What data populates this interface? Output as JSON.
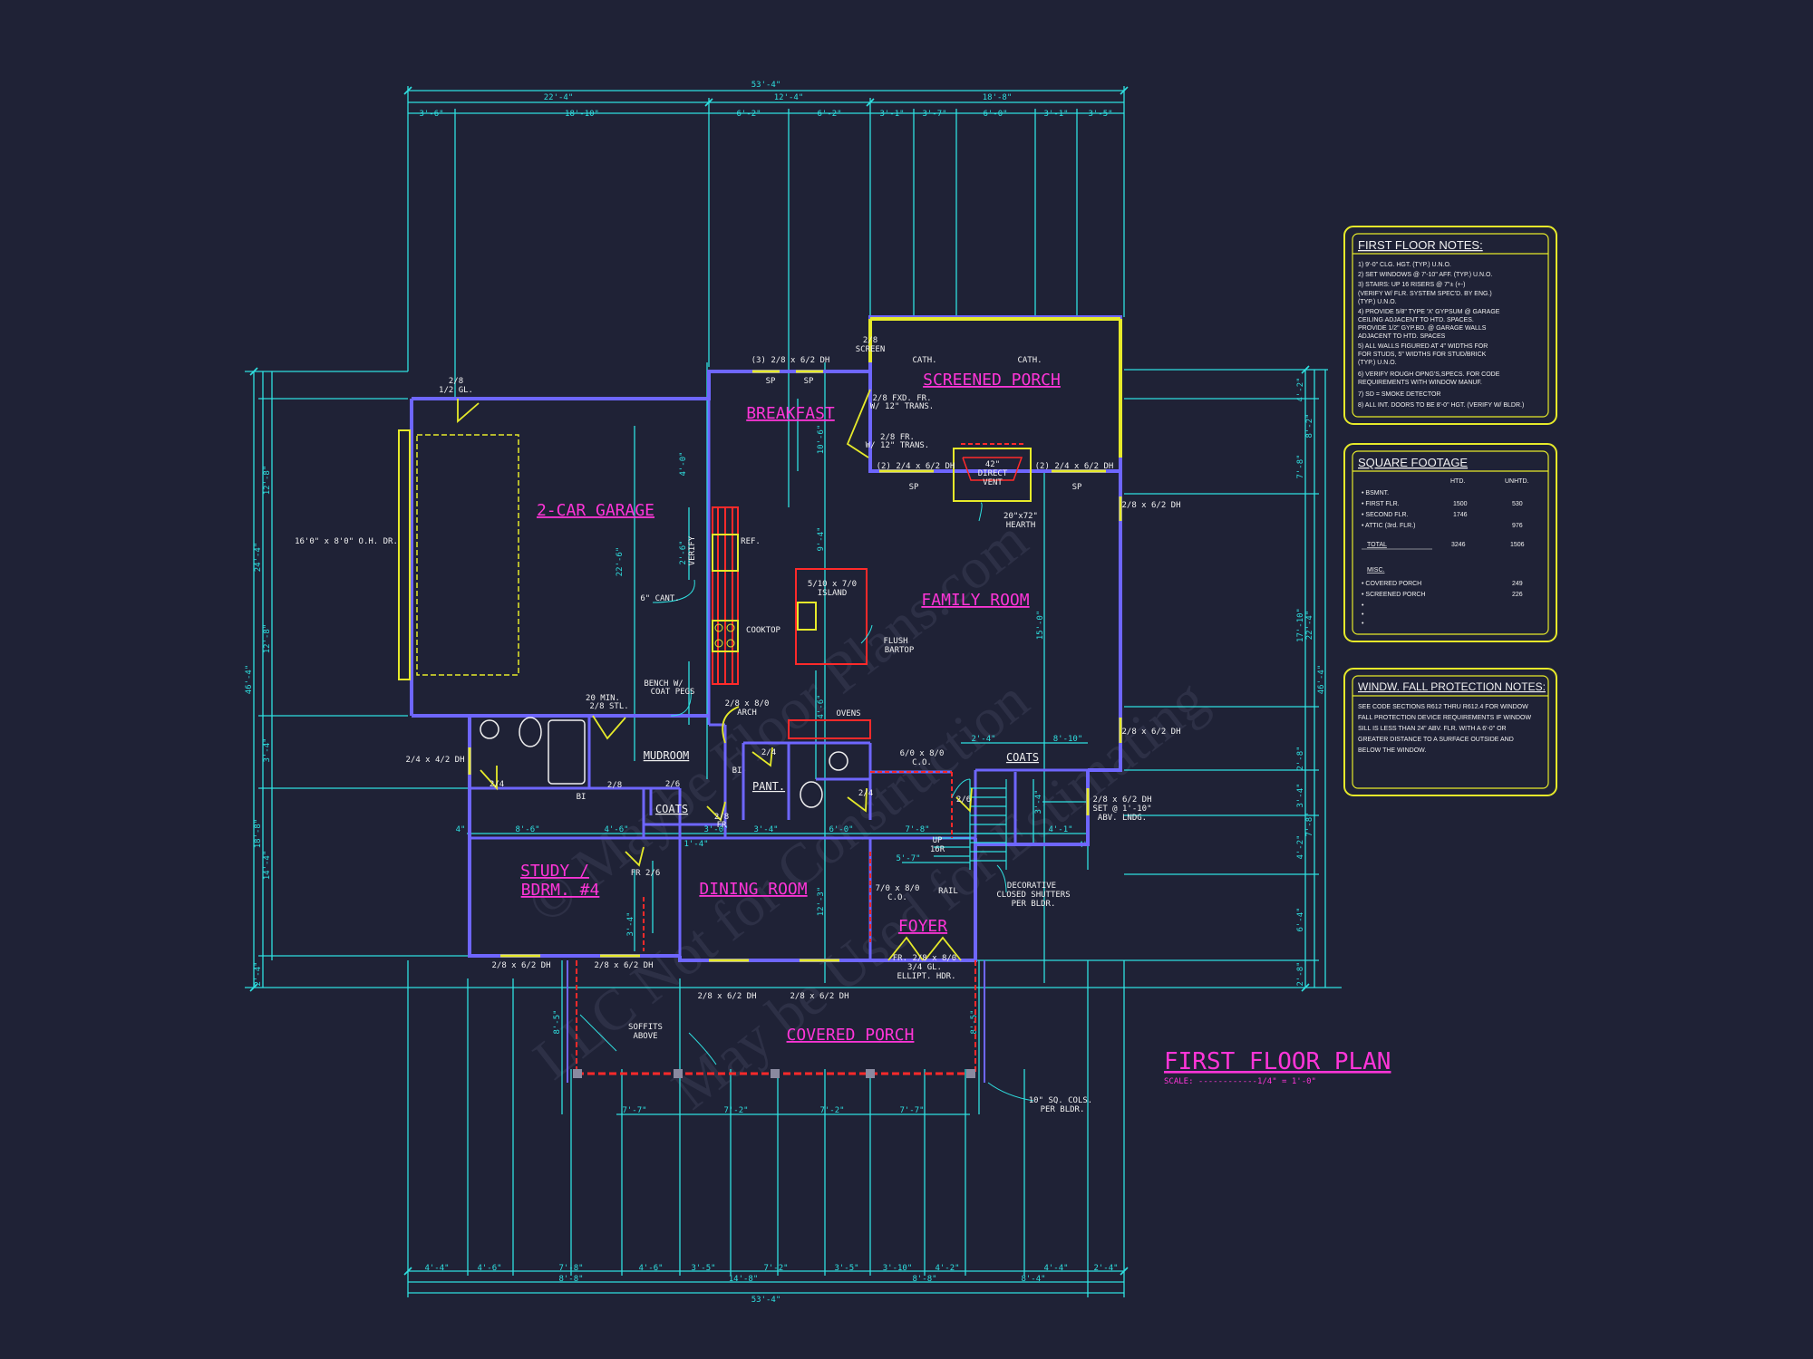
{
  "plan_title": "FIRST FLOOR PLAN",
  "plan_scale": "SCALE: ------------1/4\" = 1'-0\"",
  "watermark_lines": [
    "© Maybe Floor Plans.com",
    "LLC Not for Construction",
    "May be Used for Estimating"
  ],
  "colors": {
    "background": "#1f2236",
    "dimension": "#2fe0e0",
    "wall": "#6e66ff",
    "wall_fill": "#4b46c8",
    "label": "#ff35d8",
    "note_box": "#e6ea2a",
    "window": "#e6ea2a",
    "red": "#ff2a2a",
    "white": "#f0f0f0"
  },
  "dims": {
    "top_overall": "53'-4\"",
    "top_row2": [
      "22'-4\"",
      "12'-4\"",
      "18'-8\""
    ],
    "top_row3": [
      "3'-6\"",
      "18'-10\"",
      "6'-2\"",
      "6'-2\"",
      "3'-1\"",
      "3'-7\"",
      "6'-0\"",
      "3'-1\"",
      "3'-5\""
    ],
    "bottom_overall": "53'-4\"",
    "bottom_row2": [
      "8'-8\"",
      "14'-8\"",
      "8'-8\"",
      "8'-4\""
    ],
    "bottom_row3": [
      "4'-4\"",
      "4'-6\"",
      "7'-8\"",
      "4'-6\"",
      "3'-5\"",
      "7'-2\"",
      "3'-5\"",
      "3'-10\"",
      "4'-2\"",
      "4'-4\"",
      "2'-4\""
    ],
    "left_overall": "46'-4\"",
    "left_inner": [
      "12'-8\"",
      "24'-4\"",
      "12'-8\"",
      "3'-4\"",
      "18'-8\"",
      "14'-4\"",
      "2'-4\""
    ],
    "right_overall": "46'-4\"",
    "right_inner": [
      "4'-2\"",
      "8'-2\"",
      "7'-8\"",
      "17'-10\"",
      "22'-4\"",
      "2'-8\"",
      "3'-4\"",
      "7'-8\"",
      "4'-2\"",
      "6'-4\"",
      "2'-8\""
    ],
    "porch_spacing": [
      "7'-7\"",
      "7'-2\"",
      "7'-2\"",
      "7'-7\""
    ],
    "porch_depth": "8'-5\"",
    "interior": [
      "8'-6\"",
      "4'-6\"",
      "3'-0\"",
      "3'-4\"",
      "6'-0\"",
      "7'-8\"",
      "1'-4\"",
      "5'-7\"",
      "8'-10\"",
      "2'-4\"",
      "4'-1\"",
      "4\"",
      "4\"",
      "22'-6\"",
      "10'-6\"",
      "15'-0\"",
      "9'-4\"",
      "4'-0\"",
      "4'-6\"",
      "12'-3\"",
      "3'-4\"",
      "3'-4\"",
      "2'-6\""
    ]
  },
  "rooms": {
    "garage": "2-CAR GARAGE",
    "breakfast": "BREAKFAST",
    "screened_porch": "SCREENED PORCH",
    "family_room": "FAMILY ROOM",
    "mudroom": "MUDROOM",
    "pantry": "PANT.",
    "study_line1": "STUDY /",
    "study_line2": "BDRM. #4",
    "dining": "DINING ROOM",
    "foyer": "FOYER",
    "covered_porch": "COVERED PORCH",
    "coats1": "COATS",
    "coats2": "COATS"
  },
  "callouts": {
    "ohdr": "16'0\" x 8'0\" O.H. DR.",
    "garage_door": "2/8",
    "garage_door2": "1/2 GL.",
    "win_breakfast": "(3) 2/8 x 6/2 DH",
    "sp1": "SP",
    "sp2": "SP",
    "screen": "SCREEN",
    "screen_2": "2/8",
    "cath1": "CATH.",
    "cath2": "CATH.",
    "fxd_fr": "2/8 FXD. FR.",
    "fxd_fr2": "W/ 12\" TRANS.",
    "fr_trans": "2/8 FR.",
    "fr_trans2": "W/ 12\" TRANS.",
    "win_2x4_left": "(2) 2/4 x 6/2 DH",
    "win_2x4_right": "(2) 2/4 x 6/2 DH",
    "sp3": "SP",
    "sp4": "SP",
    "direct_vent1": "42\"",
    "direct_vent2": "DIRECT",
    "direct_vent3": "VENT",
    "hearth1": "20\"x72\"",
    "hearth2": "HEARTH",
    "win_fam1": "2/8 x 6/2 DH",
    "win_fam2": "2/8 x 6/2 DH",
    "ref": "REF.",
    "verify": "VERIFY",
    "cant": "6\" CANT.",
    "island1": "5/10 x 7/0",
    "island2": "ISLAND",
    "cooktop": "COOKTOP",
    "bartop1": "FLUSH",
    "bartop2": "BARTOP",
    "bench1": "BENCH W/",
    "bench2": "COAT PEGS",
    "min20_1": "20 MIN.",
    "min20_2": "2/8 STL.",
    "arch1": "2/8 x 8/0",
    "arch2": "ARCH",
    "ovens": "OVENS",
    "co1": "6/0 x 8/0",
    "co1b": "C.O.",
    "win_2x4_42": "2/4 x 4/2 DH",
    "d24a": "2/4",
    "d24b": "2/4",
    "d24c": "2/4",
    "d26a": "2/6",
    "d26b": "2/6",
    "d28": "2/8",
    "d28fr1": "2/8",
    "d28fr2": "FR",
    "bi1": "BI",
    "bi2": "BI",
    "fr26": "FR 2/6",
    "win_side1": "2/8 x 6/2 DH",
    "win_side2": "SET @ 1'-10\"",
    "win_side3": "ABV. LNDG.",
    "up1": "UP",
    "up2": "16R",
    "rail": "RAIL",
    "co2a": "7/0 x 8/0",
    "co2b": "C.O.",
    "shutters1": "DECORATIVE",
    "shutters2": "CLOSED SHUTTERS",
    "shutters3": "PER BLDR.",
    "foyer_door1": "FR. 2/8 x 8/0",
    "foyer_door2": "3/4 GL.",
    "foyer_door3": "ELLIPT. HDR.",
    "win_study1": "2/8 x 6/2 DH",
    "win_study2": "2/8 x 6/2 DH",
    "win_dining1": "2/8 x 6/2 DH",
    "win_dining2": "2/8 x 6/2 DH",
    "soffits1": "SOFFITS",
    "soffits2": "ABOVE",
    "cols1": "10\" SQ. COLS.",
    "cols2": "PER BLDR."
  },
  "notes_first_floor": {
    "title": "FIRST FLOOR NOTES:",
    "lines": [
      "1) 9'-0\" CLG. HGT. (TYP.) U.N.O.",
      "2) SET WINDOWS @ 7'-10\" AFF. (TYP.) U.N.O.",
      "3) STAIRS: UP 16 RISERS @ 7\"± (+-)",
      "    (VERIFY W/ FLR. SYSTEM SPEC'D. BY ENG.)",
      "    (TYP.) U.N.O.",
      "4) PROVIDE 5/8\" TYPE 'X' GYPSUM @ GARAGE",
      "    CEILING ADJACENT TO HTD. SPACES.",
      "    PROVIDE 1/2\" GYP.BD. @ GARAGE WALLS",
      "    ADJACENT TO HTD. SPACES",
      "5) ALL WALLS FIGURED AT 4\" WIDTHS FOR",
      "    FOR STUDS, 5\" WIDTHS FOR STUD/BRICK",
      "    (TYP.) U.N.O.",
      "6) VERIFY ROUGH OPNG'S,SPECS. FOR CODE",
      "    REQUIREMENTS WITH WINDOW MANUF.",
      "7) SD = SMOKE DETECTOR",
      "8) ALL INT. DOORS TO BE 8'-0\" HGT. (VERIFY W/ BLDR.)"
    ]
  },
  "square_footage": {
    "title": "SQUARE FOOTAGE",
    "col_htd": "HTD.",
    "col_unhtd": "UNHTD.",
    "rows": [
      {
        "label": "• BSMNT.",
        "htd": "",
        "unhtd": ""
      },
      {
        "label": "• FIRST FLR.",
        "htd": "1500",
        "unhtd": "530"
      },
      {
        "label": "• SECOND FLR.",
        "htd": "1746",
        "unhtd": ""
      },
      {
        "label": "• ATTIC (3rd. FLR.)",
        "htd": "",
        "unhtd": "976"
      }
    ],
    "total_label": "TOTAL",
    "total_htd": "3246",
    "total_unhtd": "1506",
    "misc_label": "MISC.",
    "misc_rows": [
      {
        "label": "• COVERED PORCH",
        "value": "249"
      },
      {
        "label": "• SCREENED PORCH",
        "value": "226"
      }
    ],
    "bullets": [
      "•",
      "•",
      "•"
    ]
  },
  "window_notes": {
    "title": "WINDW. FALL PROTECTION NOTES:",
    "lines": [
      "SEE CODE SECTIONS R612 THRU R612.4 FOR WINDOW",
      "FALL PROTECTION DEVICE REQUIREMENTS IF WINDOW",
      "SILL IS LESS THAN 24\" ABV. FLR. WITH A 6'-0\" OR",
      "GREATER DISTANCE TO A SURFACE OUTSIDE AND",
      "BELOW THE WINDOW."
    ]
  }
}
